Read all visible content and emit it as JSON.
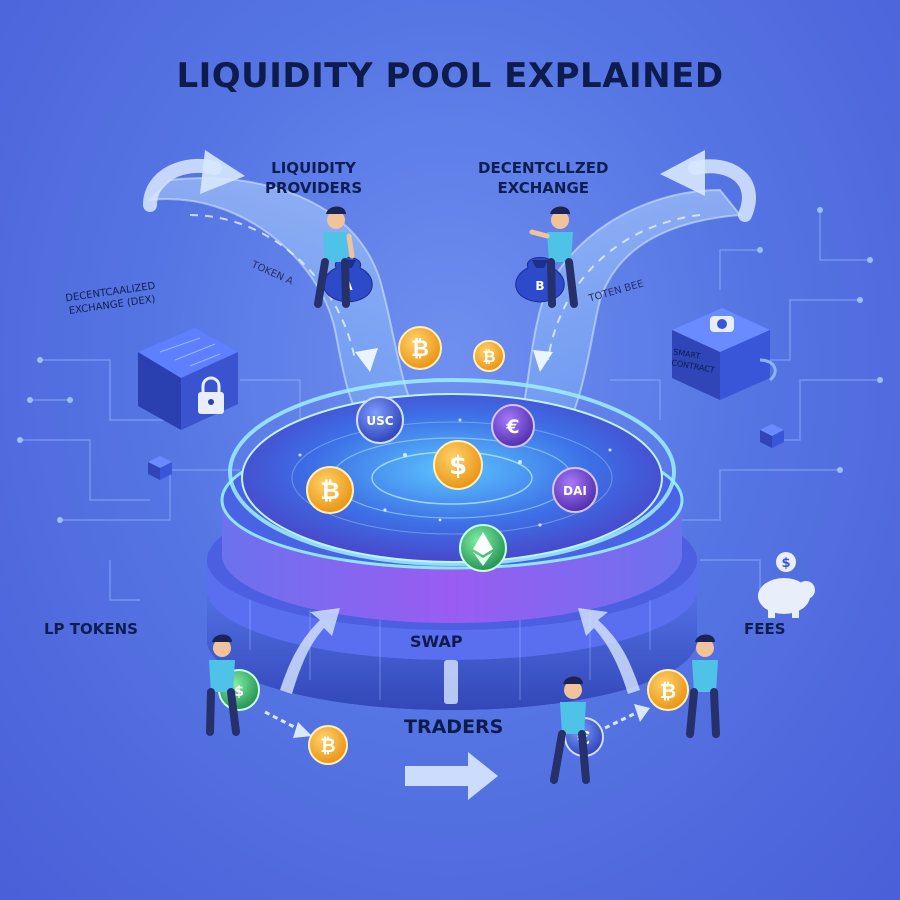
{
  "title": "LIQUIDITY POOL EXPLAINED",
  "labels": {
    "liquidity_providers": [
      "LIQUIDITY",
      "PROVIDERS"
    ],
    "decentralized_exchange": [
      "DECENTCLLZED",
      "EXCHANGE"
    ],
    "dex_left": [
      "DECENTCAALIZED",
      "EXCHANGE (DEX)"
    ],
    "smart_contract": [
      "SMART",
      "CONTRACT"
    ],
    "token_a": "TOKEN A",
    "token_b": "TOTEN BEE",
    "lp_tokens": "LP TOKENS",
    "fees": "FEES",
    "swap": "SWAP",
    "traders": "TRADERS"
  },
  "bags": {
    "left": "A",
    "right": "B"
  },
  "coins": {
    "usc": "USC",
    "dai": "DAI",
    "dollar": "$",
    "euro": "€",
    "bitcoin": "₿"
  },
  "colors": {
    "background": "#5676e4",
    "title": "#0d1c4d",
    "pool_glow": "#6fd8ff",
    "pool_purple": "#8e5bf0",
    "coin_gold": "#f5a623",
    "coin_blue": "#3b5bdb",
    "coin_purple": "#6a3fc8",
    "coin_green": "#2fb86a"
  }
}
